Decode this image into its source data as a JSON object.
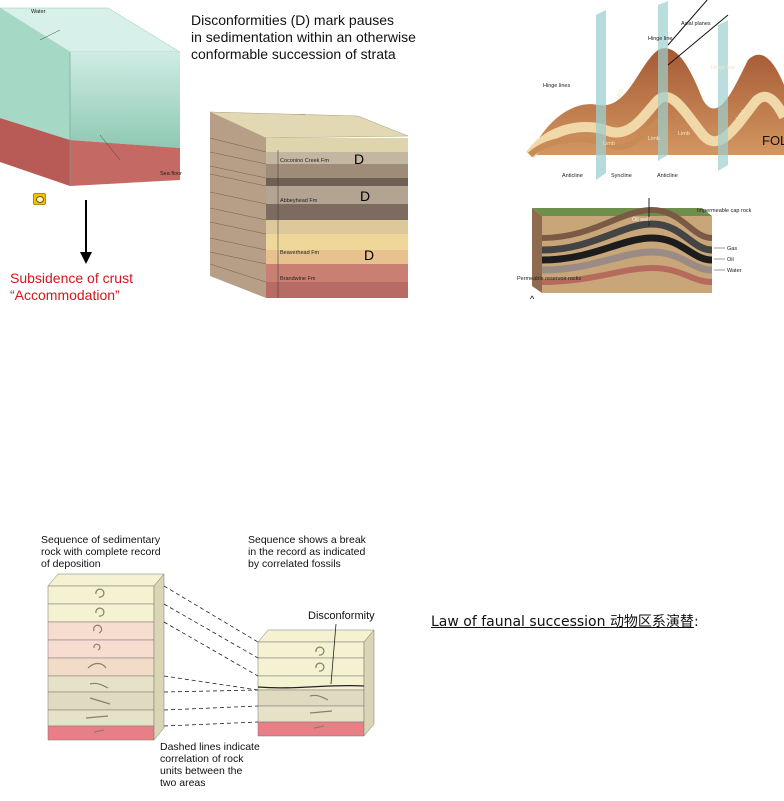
{
  "top_left": {
    "water_label": "Water",
    "seafloor_label": "Sea floor",
    "subsidence_line1": "Subsidence of crust",
    "subsidence_line2": "“Accommodation”"
  },
  "disconformity": {
    "caption_line1": "Disconformities (D) mark pauses",
    "caption_line2": "in sedimentation within an otherwise",
    "caption_line3": "conformable succession of strata",
    "d_marker": "D",
    "formations": [
      "Coconino Creek Fm",
      "Abbeyhead Fm",
      "Beaverhead Fm",
      "Brandwine Fm"
    ]
  },
  "folds": {
    "axial_planes": "Axial planes",
    "hinge_line": "Hinge line",
    "hinge_lines": "Hinge lines",
    "hinge_line2": "Hinge line",
    "limb": "Limb",
    "anticline": "Anticline",
    "syncline": "Syncline",
    "cut_text": "FOL"
  },
  "reservoir": {
    "oil_well": "Oil well",
    "impermeable_cap": "Impermeable cap rock",
    "gas": "Gas",
    "oil": "Oil",
    "water": "Water",
    "permeable": "Permeable reservoir rocks",
    "caret": "^"
  },
  "faunal": {
    "left_caption_line1": "Sequence of sedimentary",
    "left_caption_line2": "rock with complete record",
    "left_caption_line3": "of deposition",
    "right_caption_line1": "Sequence shows a break",
    "right_caption_line2": "in the record as indicated",
    "right_caption_line3": "by correlated fossils",
    "disconformity_label": "Disconformity",
    "bottom_line1": "Dashed lines indicate",
    "bottom_line2": "correlation of rock",
    "bottom_line3": "units between the",
    "bottom_line4": "two areas"
  },
  "law_text": "Law of faunal succession 动物区系演替",
  "law_colon": ":"
}
